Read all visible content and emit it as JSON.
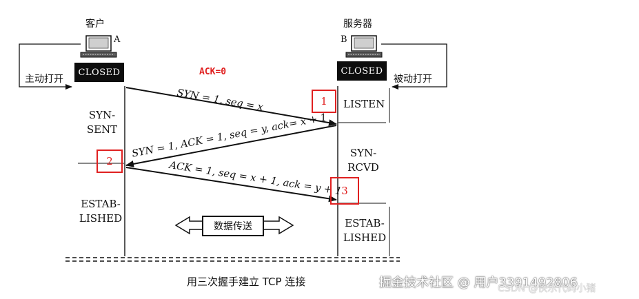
{
  "client": {
    "name": "客户",
    "tag": "A",
    "state": "CLOSED",
    "action": "主动打开",
    "syn_sent_1": "SYN-",
    "syn_sent_2": "SENT",
    "established_1": "ESTAB-",
    "established_2": "LISHED"
  },
  "server": {
    "name": "服务器",
    "tag": "B",
    "state": "CLOSED",
    "action": "被动打开",
    "listen": "LISTEN",
    "syn_rcvd_1": "SYN-",
    "syn_rcvd_2": "RCVD",
    "established_1": "ESTAB-",
    "established_2": "LISHED"
  },
  "annotation": {
    "ack0": "ACK=0"
  },
  "messages": [
    {
      "text": "SYN = 1, seq = x"
    },
    {
      "text": "SYN = 1, ACK = 1, seq = y, ack= x + 1"
    },
    {
      "text": "ACK = 1, seq = x + 1, ack = y + 1"
    }
  ],
  "step_markers": [
    "1",
    "2",
    "3"
  ],
  "data_transfer": "数据传送",
  "caption": "用三次握手建立 TCP 连接",
  "watermark": {
    "line1": "掘金技术社区 @ 用户3391492806",
    "line2": "CSDN @快乐代码小猪"
  }
}
